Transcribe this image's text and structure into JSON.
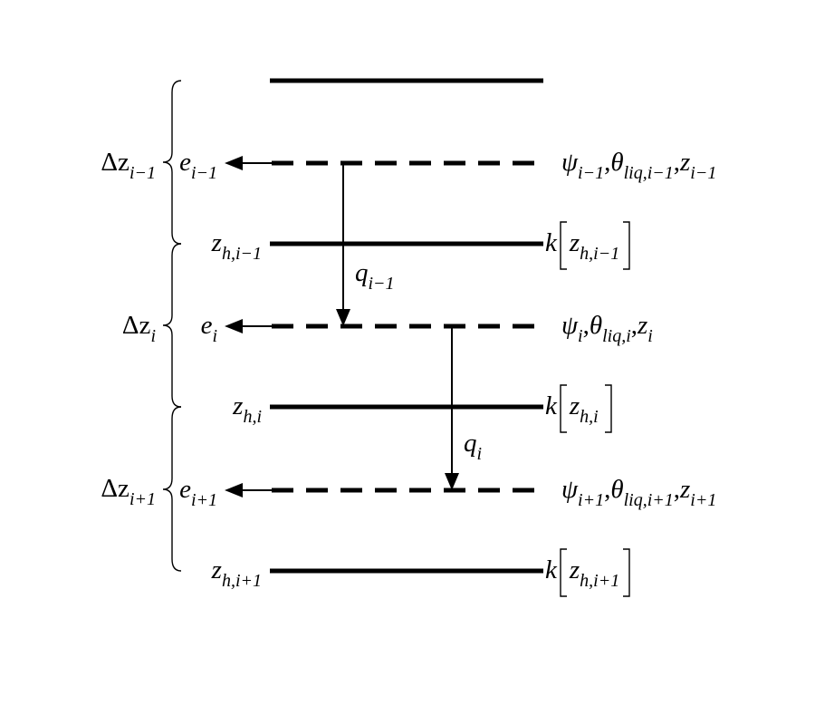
{
  "layers": [
    {
      "delta": {
        "base": "Δz",
        "sub": "i−1"
      },
      "node": {
        "base": "e",
        "sub": "i−1"
      },
      "state": [
        {
          "base": "ψ",
          "sub": "i−1"
        },
        {
          "base": "θ",
          "sub": "liq,i−1"
        },
        {
          "base": "z",
          "sub": "i−1"
        }
      ],
      "interface": {
        "label": {
          "base": "z",
          "sub": "h,i−1"
        },
        "k": {
          "base": "k",
          "arg_base": "z",
          "arg_sub": "h,i−1"
        }
      }
    },
    {
      "delta": {
        "base": "Δz",
        "sub": "i"
      },
      "node": {
        "base": "e",
        "sub": "i"
      },
      "state": [
        {
          "base": "ψ",
          "sub": "i"
        },
        {
          "base": "θ",
          "sub": "liq,i"
        },
        {
          "base": "z",
          "sub": "i"
        }
      ],
      "interface": {
        "label": {
          "base": "z",
          "sub": "h,i"
        },
        "k": {
          "base": "k",
          "arg_base": "z",
          "arg_sub": "h,i"
        }
      }
    },
    {
      "delta": {
        "base": "Δz",
        "sub": "i+1"
      },
      "node": {
        "base": "e",
        "sub": "i+1"
      },
      "state": [
        {
          "base": "ψ",
          "sub": "i+1"
        },
        {
          "base": "θ",
          "sub": "liq,i+1"
        },
        {
          "base": "z",
          "sub": "i+1"
        }
      ],
      "interface": {
        "label": {
          "base": "z",
          "sub": "h,i+1"
        },
        "k": {
          "base": "k",
          "arg_base": "z",
          "arg_sub": "h,i+1"
        }
      }
    }
  ],
  "fluxes": [
    {
      "base": "q",
      "sub": "i−1"
    },
    {
      "base": "q",
      "sub": "i"
    }
  ],
  "separator": ","
}
